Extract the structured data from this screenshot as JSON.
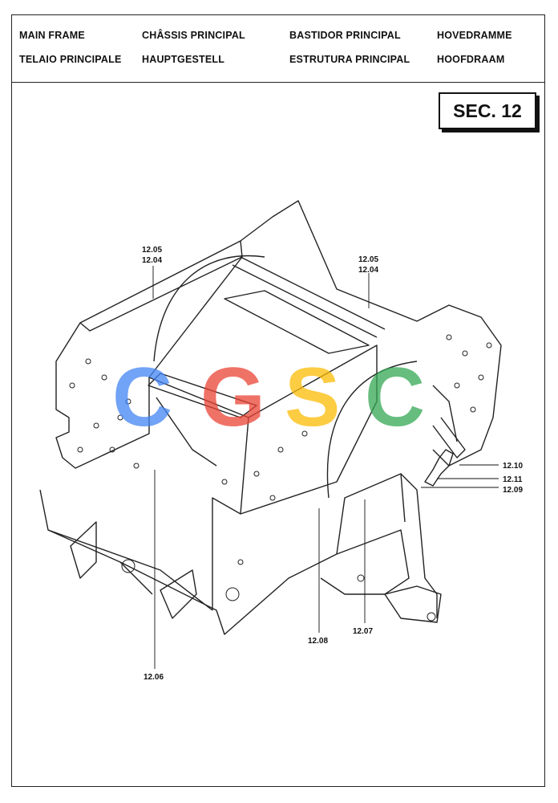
{
  "header": {
    "titles": [
      "MAIN FRAME",
      "CHÂSSIS PRINCIPAL",
      "BASTIDOR PRINCIPAL",
      "HOVEDRAMME",
      "TELAIO PRINCIPALE",
      "HAUPTGESTELL",
      "ESTRUTURA PRINCIPAL",
      "HOOFDRAAM"
    ]
  },
  "section": "SEC. 12",
  "watermark": {
    "letters": [
      "C",
      "G",
      "S",
      "C"
    ],
    "colors": [
      "#4285F4",
      "#EA4335",
      "#FBBC05",
      "#34A853"
    ]
  },
  "callouts": {
    "upper_left_a": "12.05",
    "upper_left_b": "12.04",
    "upper_right_a": "12.05",
    "upper_right_b": "12.04",
    "c1210": "12.10",
    "c1211": "12.11",
    "c1209": "12.09",
    "c1207": "12.07",
    "c1208": "12.08",
    "c1206": "12.06"
  }
}
